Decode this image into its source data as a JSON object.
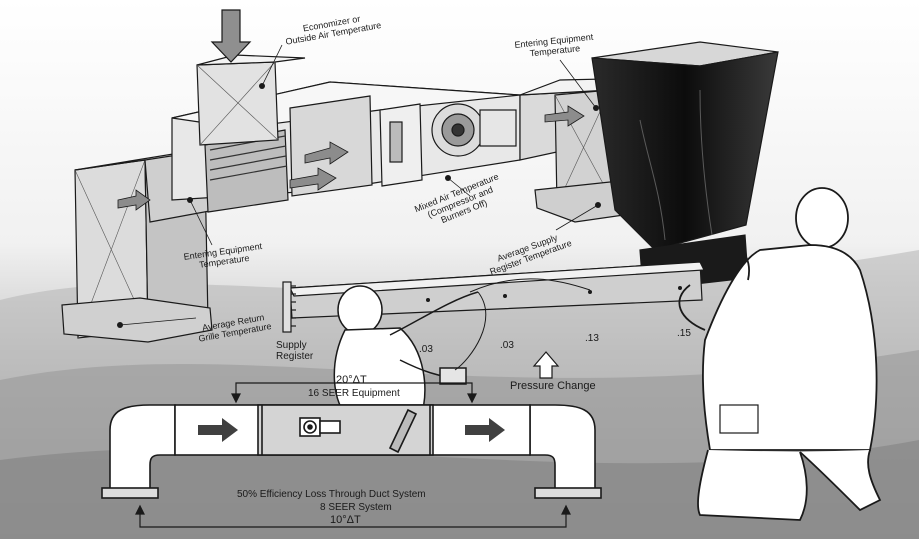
{
  "labels": {
    "economizer": [
      "Economizer or",
      "Outside Air Temperature"
    ],
    "entering_equipment_top": [
      "Entering Equipment",
      "Temperature"
    ],
    "entering_equipment_left": [
      "Entering Equipment",
      "Temperature"
    ],
    "mixed_air": [
      "Mixed Air Temperature",
      "(Compressor and",
      "Burners Off)"
    ],
    "average_supply": [
      "Average Supply",
      "Register Temperature"
    ],
    "average_return": [
      "Average Return",
      "Grille Temperature"
    ],
    "supply_register": [
      "Supply",
      "Register"
    ],
    "pressure_change": "Pressure Change",
    "delta_top": "20°ΔT",
    "seer_16": "16 SEER Equipment",
    "efficiency_loss": "50% Efficiency  Loss Through Duct System",
    "seer_8": "8 SEER System",
    "delta_bottom": "10°ΔT"
  },
  "readings": [
    ".03",
    ".03",
    ".13",
    ".15"
  ],
  "colors": {
    "ink": "#1a1a1a",
    "background_gray": "#8a8a8a",
    "hood_black": "#151515"
  }
}
